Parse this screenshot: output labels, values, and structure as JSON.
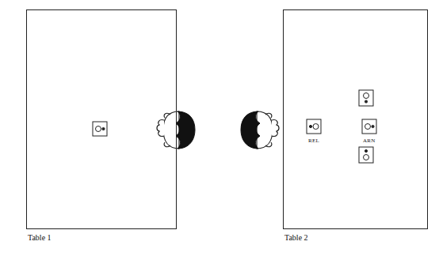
{
  "diagram": {
    "nodes": [
      {
        "text": [
          "Table 1"
        ]
      },
      {
        "text": [
          "Table 2"
        ]
      }
    ],
    "labels": [
      "REL",
      "ARN"
    ]
  }
}
